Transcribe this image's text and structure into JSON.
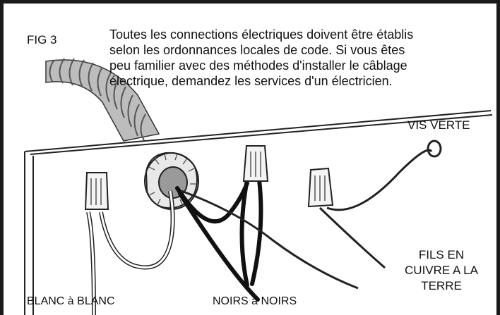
{
  "figure": {
    "fig_label": "FIG 3",
    "notice_lines": [
      "Toutes les connections électriques doivent être établis",
      "selon les ordonnances locales de code.  Si vous êtes",
      "peu familier avec des méthodes d'installer le câblage",
      "électrique, demandez les services d'un électricien."
    ],
    "labels": {
      "green_screw": "VIS VERTE",
      "ground_wires_lines": [
        "FILS EN",
        "CUIVRE A LA",
        "TERRE"
      ],
      "white_to_white": "BLANC à BLANC",
      "black_to_black": "NOIRS à NOIRS"
    }
  }
}
